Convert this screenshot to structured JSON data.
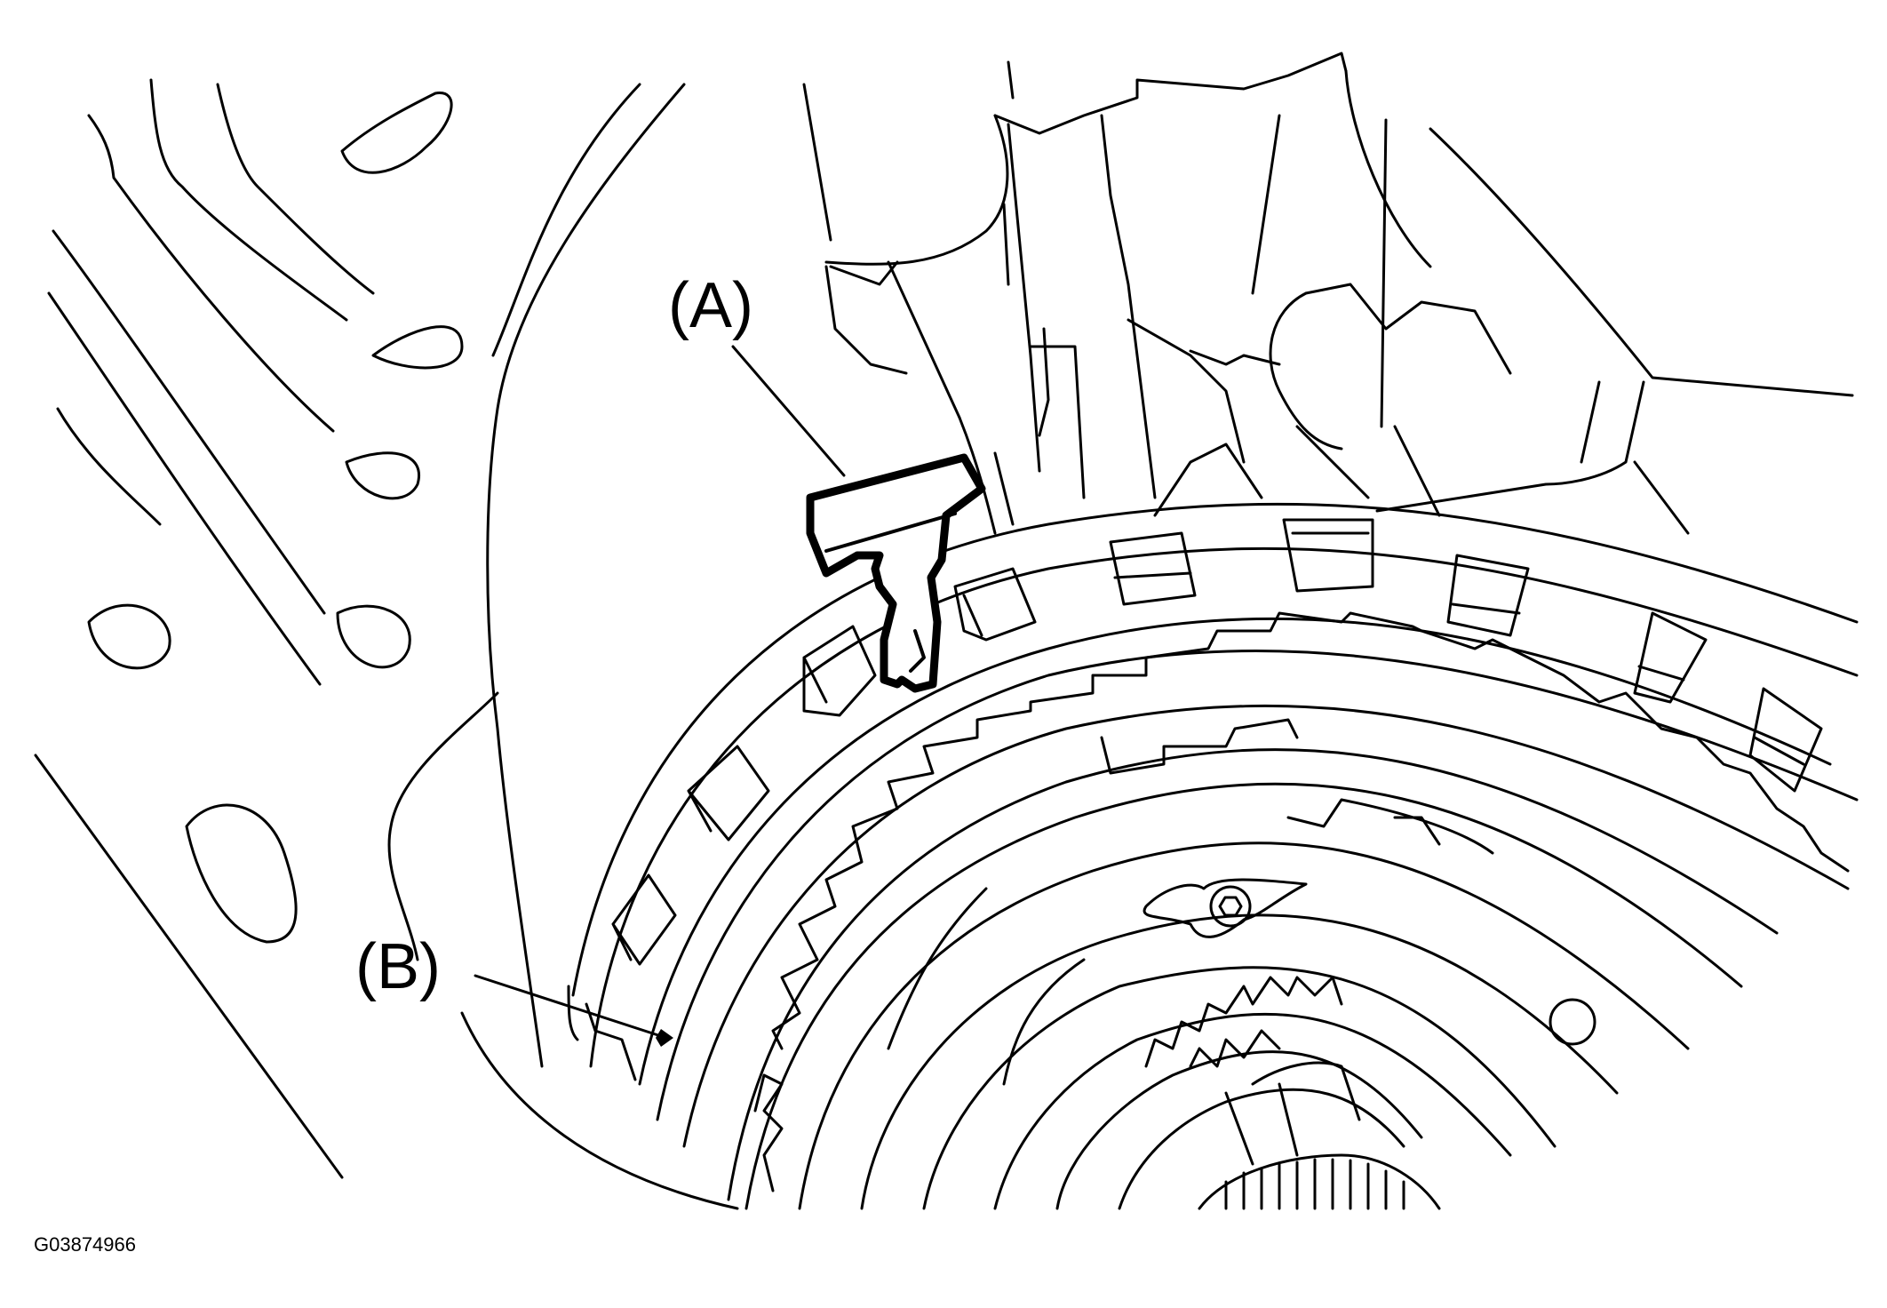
{
  "diagram": {
    "callouts": [
      {
        "id": "A",
        "label": "(A)"
      },
      {
        "id": "B",
        "label": "(B)"
      }
    ],
    "figure_code": "G03874966"
  },
  "colors": {
    "line": "#000000",
    "background": "#ffffff"
  }
}
